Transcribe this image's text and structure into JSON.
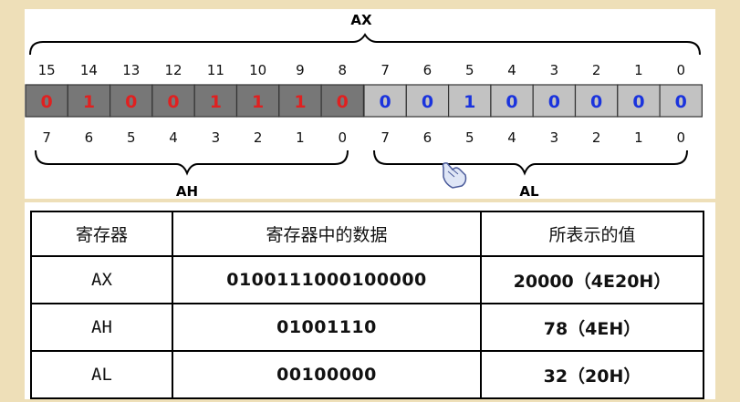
{
  "diagram": {
    "ax_label": "AX",
    "ah_label": "AH",
    "al_label": "AL",
    "ah_top_positions": [
      "15",
      "14",
      "13",
      "12",
      "11",
      "10",
      "9",
      "8"
    ],
    "al_top_positions": [
      "7",
      "6",
      "5",
      "4",
      "3",
      "2",
      "1",
      "0"
    ],
    "ah_bottom_positions": [
      "7",
      "6",
      "5",
      "4",
      "3",
      "2",
      "1",
      "0"
    ],
    "al_bottom_positions": [
      "7",
      "6",
      "5",
      "4",
      "3",
      "2",
      "1",
      "0"
    ],
    "ah_bits": [
      "0",
      "1",
      "0",
      "0",
      "1",
      "1",
      "1",
      "0"
    ],
    "al_bits": [
      "0",
      "0",
      "1",
      "0",
      "0",
      "0",
      "0",
      "0"
    ],
    "colors": {
      "ah_cell": "#777777",
      "ah_bit_text": "#e02020",
      "al_cell": "#c2c2c2",
      "al_bit_text": "#1a33dd"
    }
  },
  "table": {
    "headers": [
      "寄存器",
      "寄存器中的数据",
      "所表示的值"
    ],
    "rows": [
      {
        "name": "AX",
        "data": "0100111000100000",
        "value": "20000（4E20H）"
      },
      {
        "name": "AH",
        "data": "01001110",
        "value": "78（4EH）"
      },
      {
        "name": "AL",
        "data": "00100000",
        "value": "32（20H）"
      }
    ]
  }
}
